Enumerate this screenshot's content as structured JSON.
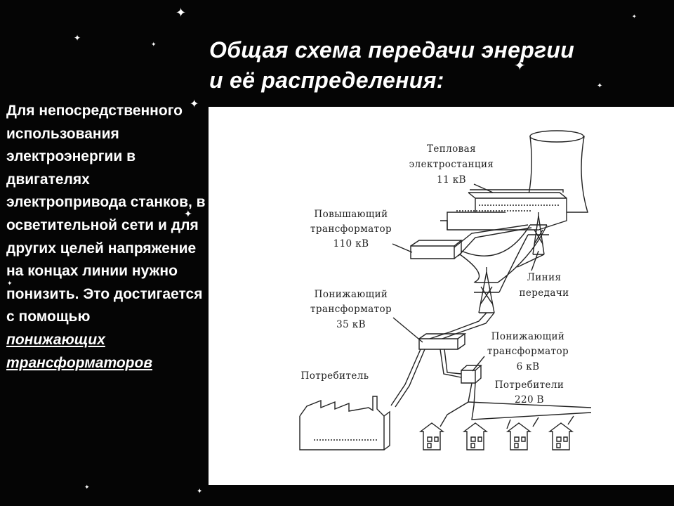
{
  "slide": {
    "title_line1": "Общая схема передачи энергии",
    "title_line2": "и её распределения:",
    "side_text": "Для непосредственного использования электроэнергии в двигателях электропривода станков, в осветительной сети и для других целей напряжение на концах линии нужно понизить. Это достигается с помощью",
    "side_emphasis_1": "понижающих",
    "side_emphasis_2": "трансформаторов"
  },
  "diagram": {
    "power_plant": [
      "Тепловая",
      "электростанция",
      "11 кВ"
    ],
    "step_up_transformer": [
      "Повышающий",
      "трансформатор",
      "110 кВ"
    ],
    "step_down_transformer_1": [
      "Понижающий",
      "трансформатор",
      "35 кВ"
    ],
    "transmission_line": [
      "Линия",
      "передачи"
    ],
    "step_down_transformer_2": [
      "Понижающий",
      "трансформатор",
      "6 кВ"
    ],
    "consumer": "Потребитель",
    "consumers": [
      "Потребители",
      "220 В"
    ]
  }
}
